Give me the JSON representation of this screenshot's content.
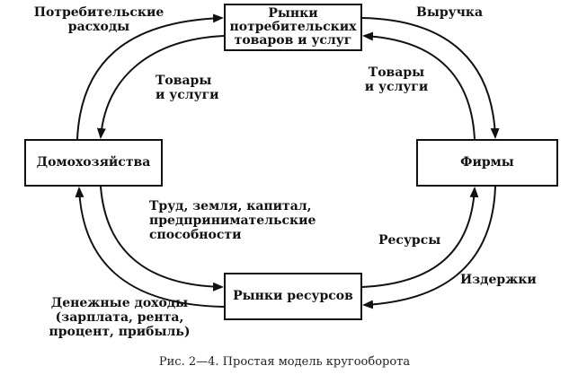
{
  "boxes": {
    "consumer_market": "Рынки\nпотребительских\nтоваров и услуг",
    "households": "Домохозяйства",
    "firms": "Фирмы",
    "resource_market": "Рынки ресурсов"
  },
  "labels": {
    "consumer_spending": "Потребительские\nрасходы",
    "revenue": "Выручка",
    "goods_services_left": "Товары\nи услуги",
    "goods_services_right": "Товары\nи услуги",
    "resources_inputs": "Труд, земля, капитал,\nпредпринимательские\nспособности",
    "resources": "Ресурсы",
    "costs": "Издержки",
    "money_income": "Денежные доходы\n(зарплата, рента,\nпроцент, прибыль)"
  },
  "caption": "Рис. 2—4. Простая модель кругооборота"
}
